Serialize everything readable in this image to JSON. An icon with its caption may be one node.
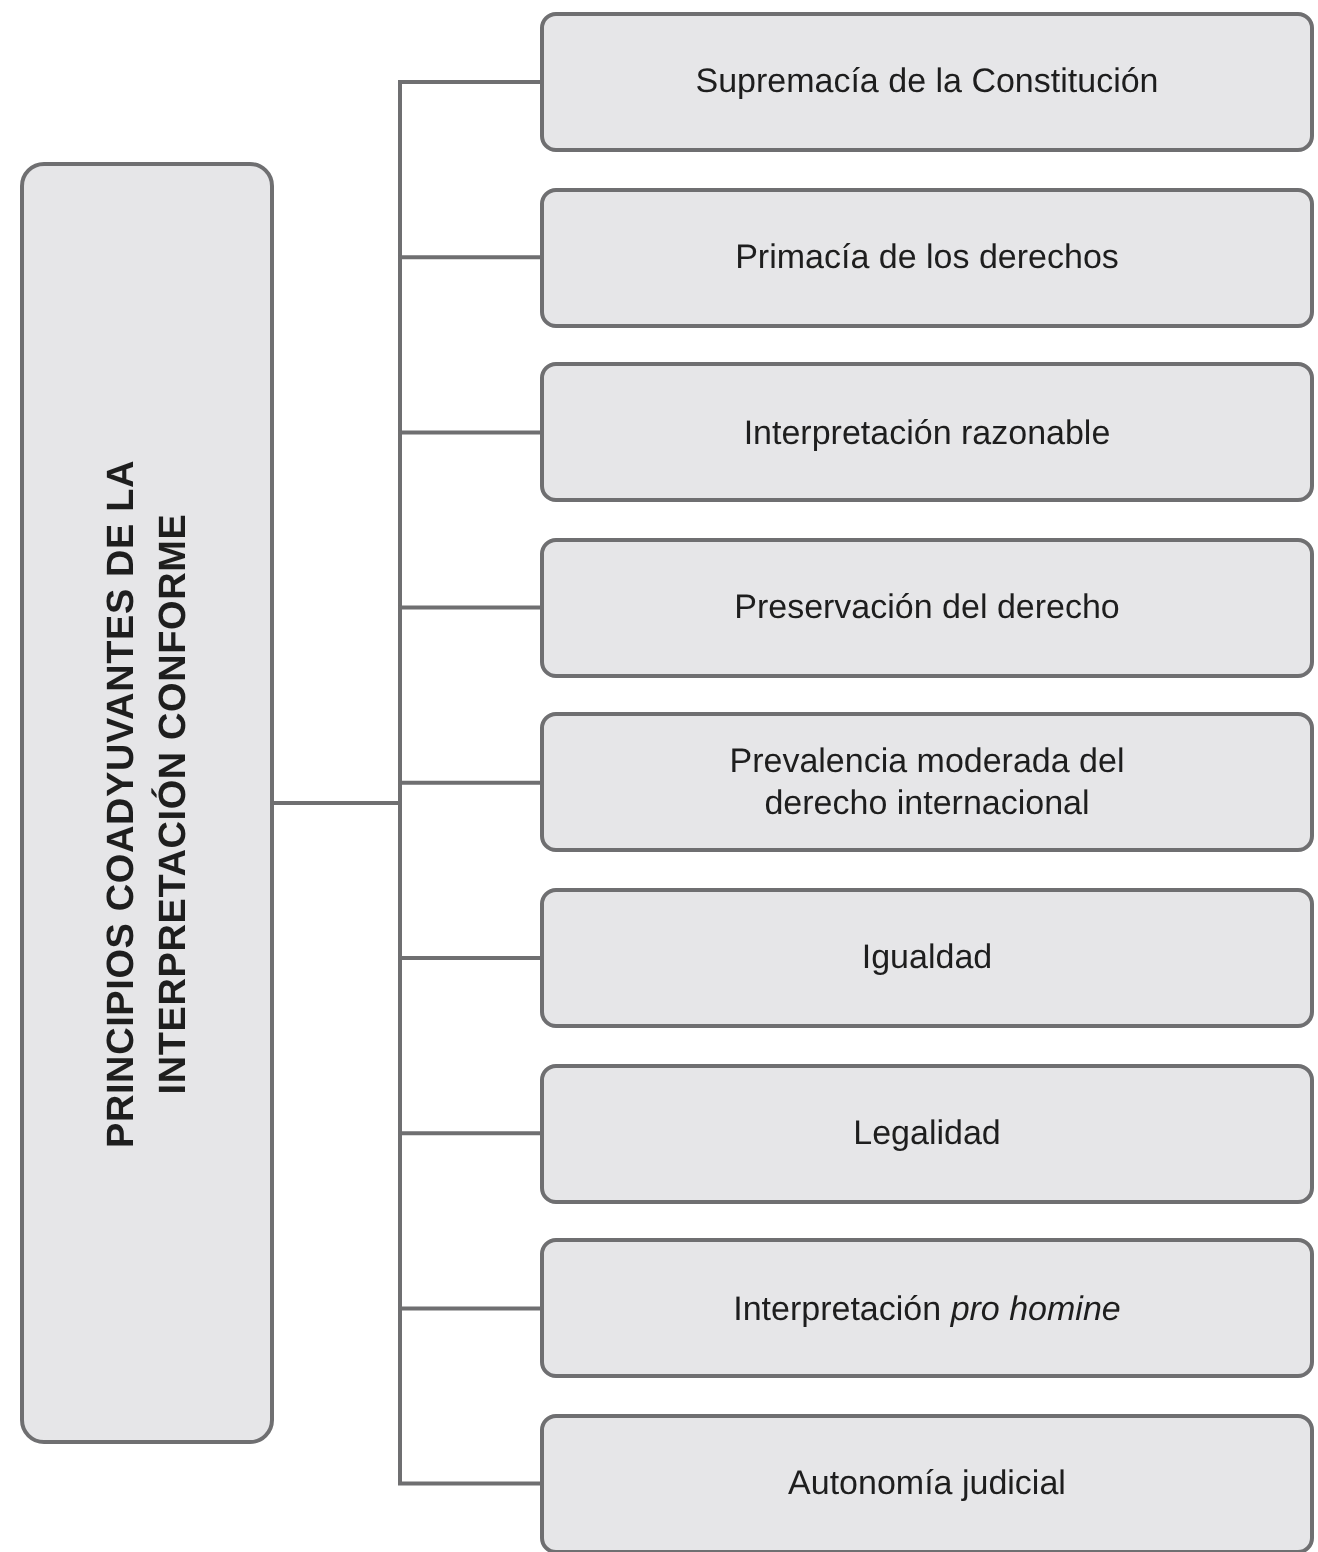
{
  "diagram": {
    "nodes": [
      {
        "text": [
          "PRINCIPIOS COADYUVANTES DE LA INTERPRETACIÓN CONFORME"
        ]
      },
      {
        "text": [
          "Supremacía de la Constitución"
        ]
      },
      {
        "text": [
          "Primacía de los derechos"
        ]
      },
      {
        "text": [
          "Interpretación razonable"
        ]
      },
      {
        "text": [
          "Preservación del derecho"
        ]
      },
      {
        "text": [
          "Prevalencia moderada del derecho internacional"
        ]
      },
      {
        "text": [
          "Igualdad"
        ]
      },
      {
        "text": [
          "Legalidad"
        ]
      },
      {
        "text": [
          "Interpretación *pro homine*"
        ]
      },
      {
        "text": [
          "Autonomía judicial"
        ]
      }
    ],
    "edges": [
      {
        "from": 0,
        "to": 1,
        "arrow": "none"
      },
      {
        "from": 0,
        "to": 2,
        "arrow": "none"
      },
      {
        "from": 0,
        "to": 3,
        "arrow": "none"
      },
      {
        "from": 0,
        "to": 4,
        "arrow": "none"
      },
      {
        "from": 0,
        "to": 5,
        "arrow": "none"
      },
      {
        "from": 0,
        "to": 6,
        "arrow": "none"
      },
      {
        "from": 0,
        "to": 7,
        "arrow": "none"
      },
      {
        "from": 0,
        "to": 8,
        "arrow": "none"
      },
      {
        "from": 0,
        "to": 9,
        "arrow": "none"
      }
    ]
  }
}
